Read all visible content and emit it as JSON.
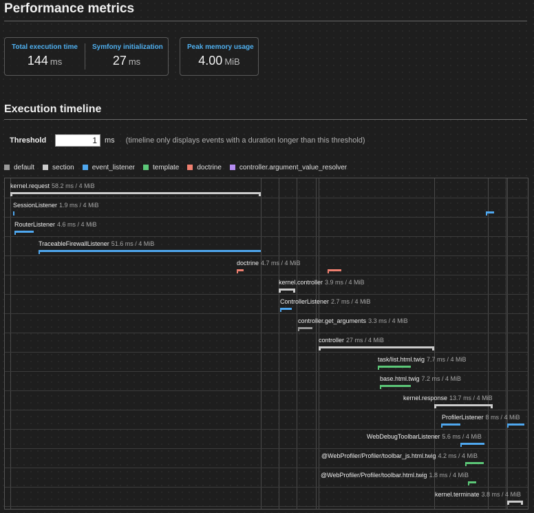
{
  "performance": {
    "title": "Performance metrics",
    "metrics": [
      {
        "label": "Total execution time",
        "value": "144",
        "unit": "ms"
      },
      {
        "label": "Symfony initialization",
        "value": "27",
        "unit": "ms"
      },
      {
        "label": "Peak memory usage",
        "value": "4.00",
        "unit": "MiB"
      }
    ]
  },
  "timeline": {
    "title": "Execution timeline",
    "threshold_label": "Threshold",
    "threshold_value": "1",
    "threshold_unit": "ms",
    "threshold_help": "(timeline only displays events with a duration longer than this threshold)",
    "legend": [
      {
        "name": "default",
        "color": "#999999"
      },
      {
        "name": "section",
        "color": "#cccccc"
      },
      {
        "name": "event_listener",
        "color": "#4fa8f0"
      },
      {
        "name": "template",
        "color": "#5cc878"
      },
      {
        "name": "doctrine",
        "color": "#f08070"
      },
      {
        "name": "controller.argument_value_resolver",
        "color": "#b48cf0"
      }
    ],
    "events": [
      {
        "name": "kernel.request",
        "meta": "58.2 ms / 4 MiB",
        "category": "section"
      },
      {
        "name": "SessionListener",
        "meta": "1.9 ms / 4 MiB",
        "category": "event_listener"
      },
      {
        "name": "RouterListener",
        "meta": "4.6 ms / 4 MiB",
        "category": "event_listener"
      },
      {
        "name": "TraceableFirewallListener",
        "meta": "51.6 ms / 4 MiB",
        "category": "event_listener"
      },
      {
        "name": "doctrine",
        "meta": "4.7 ms / 4 MiB",
        "category": "doctrine"
      },
      {
        "name": "kernel.controller",
        "meta": "3.9 ms / 4 MiB",
        "category": "section"
      },
      {
        "name": "ControllerListener",
        "meta": "2.7 ms / 4 MiB",
        "category": "event_listener"
      },
      {
        "name": "controller.get_arguments",
        "meta": "3.3 ms / 4 MiB",
        "category": "default"
      },
      {
        "name": "controller",
        "meta": "27 ms / 4 MiB",
        "category": "section"
      },
      {
        "name": "task/list.html.twig",
        "meta": "7.7 ms / 4 MiB",
        "category": "template"
      },
      {
        "name": "base.html.twig",
        "meta": "7.2 ms / 4 MiB",
        "category": "template"
      },
      {
        "name": "kernel.response",
        "meta": "13.7 ms / 4 MiB",
        "category": "section"
      },
      {
        "name": "ProfilerListener",
        "meta": "8 ms / 4 MiB",
        "category": "event_listener"
      },
      {
        "name": "WebDebugToolbarListener",
        "meta": "5.6 ms / 4 MiB",
        "category": "event_listener"
      },
      {
        "name": "@WebProfiler/Profiler/toolbar_js.html.twig",
        "meta": "4.2 ms / 4 MiB",
        "category": "template"
      },
      {
        "name": "@WebProfiler/Profiler/toolbar.html.twig",
        "meta": "1.8 ms / 4 MiB",
        "category": "template"
      },
      {
        "name": "kernel.terminate",
        "meta": "3.8 ms / 4 MiB",
        "category": "section"
      }
    ]
  }
}
